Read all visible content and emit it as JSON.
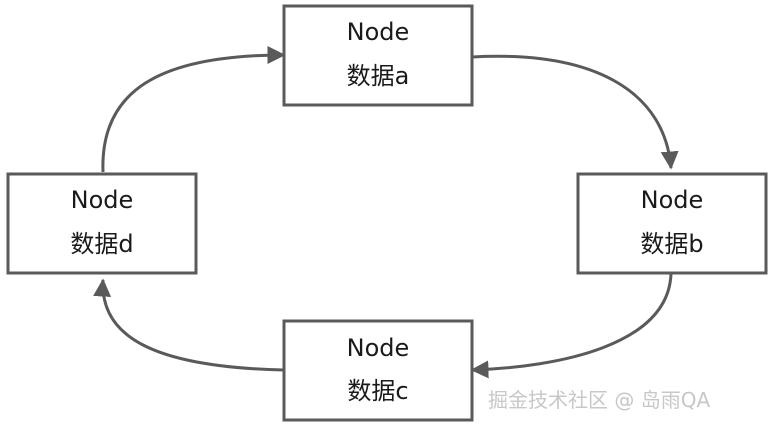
{
  "nodes": [
    {
      "id": "a",
      "title": "Node",
      "label": "数据a"
    },
    {
      "id": "b",
      "title": "Node",
      "label": "数据b"
    },
    {
      "id": "c",
      "title": "Node",
      "label": "数据c"
    },
    {
      "id": "d",
      "title": "Node",
      "label": "数据d"
    }
  ],
  "edges": [
    {
      "from": "a",
      "to": "b"
    },
    {
      "from": "b",
      "to": "c"
    },
    {
      "from": "c",
      "to": "d"
    },
    {
      "from": "d",
      "to": "a"
    }
  ],
  "colors": {
    "stroke": "#5a5a5a",
    "text": "#1a1a1a",
    "watermark": "#c7c7c7"
  },
  "watermark": "掘金技术社区 @ 岛雨QA"
}
